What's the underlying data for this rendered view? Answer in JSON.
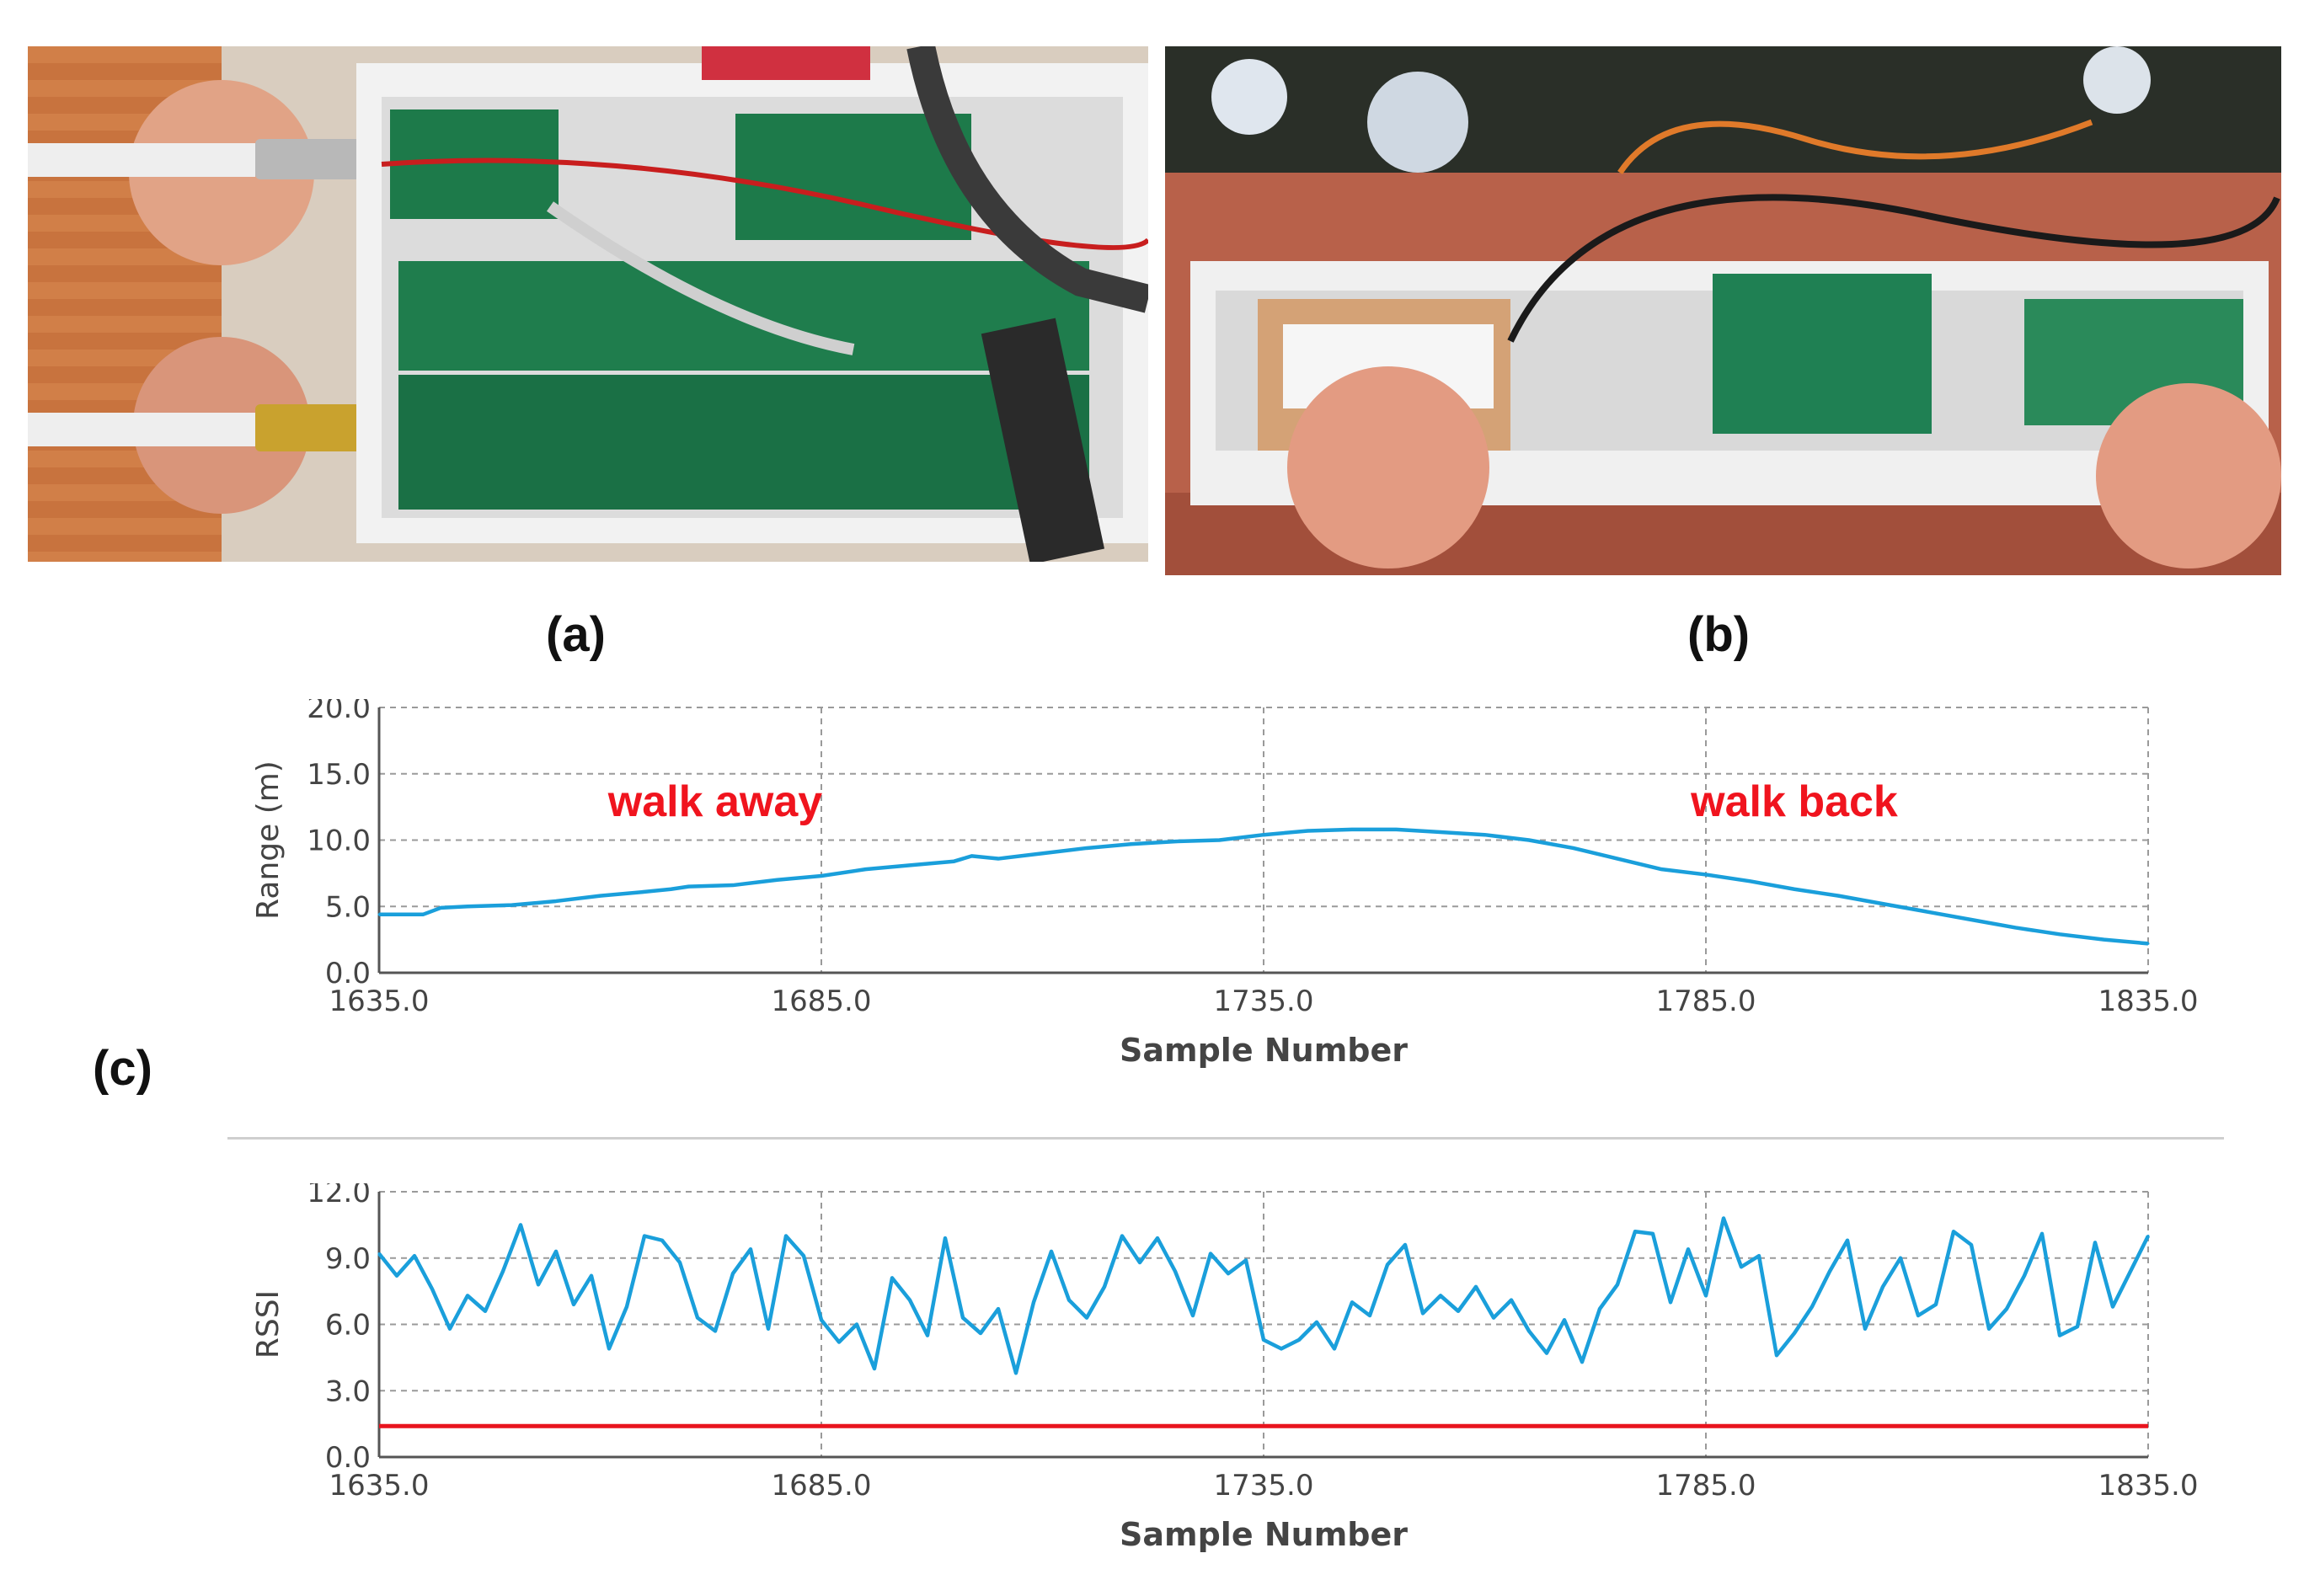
{
  "panels": {
    "a": {
      "label": "(a)"
    },
    "b": {
      "label": "(b)"
    },
    "c": {
      "label": "(c)"
    }
  },
  "colors": {
    "series": "#1a9fdb",
    "threshold": "#e8141e",
    "annotation": "#f0141e",
    "grid": "#9a9a9a",
    "pcb": "#1d7a4a",
    "enclosure": "#e9ecef",
    "copper_disc": "#e39b82",
    "deck_wood": "#b8614a"
  },
  "chart_data": [
    {
      "type": "line",
      "title": "",
      "xlabel": "Sample Number",
      "ylabel": "Range (m)",
      "xlim": [
        1635,
        1835
      ],
      "ylim": [
        0,
        20
      ],
      "xticks": [
        "1635.0",
        "1685.0",
        "1735.0",
        "1785.0",
        "1835.0"
      ],
      "yticks": [
        "0.0",
        "5.0",
        "10.0",
        "15.0",
        "20.0"
      ],
      "grid": true,
      "annotations": [
        {
          "text": "walk away",
          "x": 1673,
          "y": 11.8
        },
        {
          "text": "walk back",
          "x": 1795,
          "y": 11.8
        }
      ],
      "series": [
        {
          "x": [
            1635,
            1640,
            1642,
            1645,
            1650,
            1655,
            1660,
            1665,
            1668,
            1670,
            1675,
            1680,
            1685,
            1690,
            1695,
            1700,
            1702,
            1705,
            1710,
            1715,
            1720,
            1725,
            1730,
            1735,
            1740,
            1745,
            1750,
            1755,
            1760,
            1765,
            1770,
            1775,
            1780,
            1785,
            1790,
            1795,
            1800,
            1805,
            1810,
            1815,
            1820,
            1825,
            1830,
            1835
          ],
          "y": [
            4.4,
            4.4,
            4.9,
            5.0,
            5.1,
            5.4,
            5.8,
            6.1,
            6.3,
            6.5,
            6.6,
            7.0,
            7.3,
            7.8,
            8.1,
            8.4,
            8.8,
            8.6,
            9.0,
            9.4,
            9.7,
            9.9,
            10.0,
            10.4,
            10.7,
            10.8,
            10.8,
            10.6,
            10.4,
            10.0,
            9.4,
            8.6,
            7.8,
            7.4,
            6.9,
            6.3,
            5.8,
            5.2,
            4.6,
            4.0,
            3.4,
            2.9,
            2.5,
            2.2
          ]
        }
      ]
    },
    {
      "type": "line",
      "title": "",
      "xlabel": "Sample Number",
      "ylabel": "RSSI",
      "xlim": [
        1635,
        1835
      ],
      "ylim": [
        0,
        12
      ],
      "xticks": [
        "1635.0",
        "1685.0",
        "1735.0",
        "1785.0",
        "1835.0"
      ],
      "yticks": [
        "0.0",
        "3.0",
        "6.0",
        "9.0",
        "12.0"
      ],
      "grid": true,
      "series": [
        {
          "x": [
            1635,
            1637,
            1639,
            1641,
            1643,
            1645,
            1647,
            1649,
            1651,
            1653,
            1655,
            1657,
            1659,
            1661,
            1663,
            1665,
            1667,
            1669,
            1671,
            1673,
            1675,
            1677,
            1679,
            1681,
            1683,
            1685,
            1687,
            1689,
            1691,
            1693,
            1695,
            1697,
            1699,
            1701,
            1703,
            1705,
            1707,
            1709,
            1711,
            1713,
            1715,
            1717,
            1719,
            1721,
            1723,
            1725,
            1727,
            1729,
            1731,
            1733,
            1735,
            1737,
            1739,
            1741,
            1743,
            1745,
            1747,
            1749,
            1751,
            1753,
            1755,
            1757,
            1759,
            1761,
            1763,
            1765,
            1767,
            1769,
            1771,
            1773,
            1775,
            1777,
            1779,
            1781,
            1783,
            1785,
            1787,
            1789,
            1791,
            1793,
            1795,
            1797,
            1799,
            1801,
            1803,
            1805,
            1807,
            1809,
            1811,
            1813,
            1815,
            1817,
            1819,
            1821,
            1823,
            1825,
            1827,
            1829,
            1831,
            1833,
            1835
          ],
          "y": [
            9.2,
            8.2,
            9.1,
            7.6,
            5.8,
            7.3,
            6.6,
            8.4,
            10.5,
            7.8,
            9.3,
            6.9,
            8.2,
            4.9,
            6.8,
            10.0,
            9.8,
            8.8,
            6.3,
            5.7,
            8.3,
            9.4,
            5.8,
            10.0,
            9.1,
            6.2,
            5.2,
            6.0,
            4.0,
            8.1,
            7.1,
            5.5,
            9.9,
            6.3,
            5.6,
            6.7,
            3.8,
            7.0,
            9.3,
            7.1,
            6.3,
            7.7,
            10.0,
            8.8,
            9.9,
            8.4,
            6.4,
            9.2,
            8.3,
            8.9,
            5.3,
            4.9,
            5.3,
            6.1,
            4.9,
            7.0,
            6.4,
            8.7,
            9.6,
            6.5,
            7.3,
            6.6,
            7.7,
            6.3,
            7.1,
            5.7,
            4.7,
            6.2,
            4.3,
            6.7,
            7.8,
            10.2,
            10.1,
            7.0,
            9.4,
            7.3,
            10.8,
            8.6,
            9.1,
            4.6,
            5.6,
            6.8,
            8.4,
            9.8,
            5.8,
            7.7,
            9.0,
            6.4,
            6.9,
            10.2,
            9.6,
            5.8,
            6.7,
            8.2,
            10.1,
            5.5,
            5.9,
            9.7,
            6.8,
            8.4,
            10.0
          ],
          "threshold": 1.4
        }
      ]
    }
  ]
}
